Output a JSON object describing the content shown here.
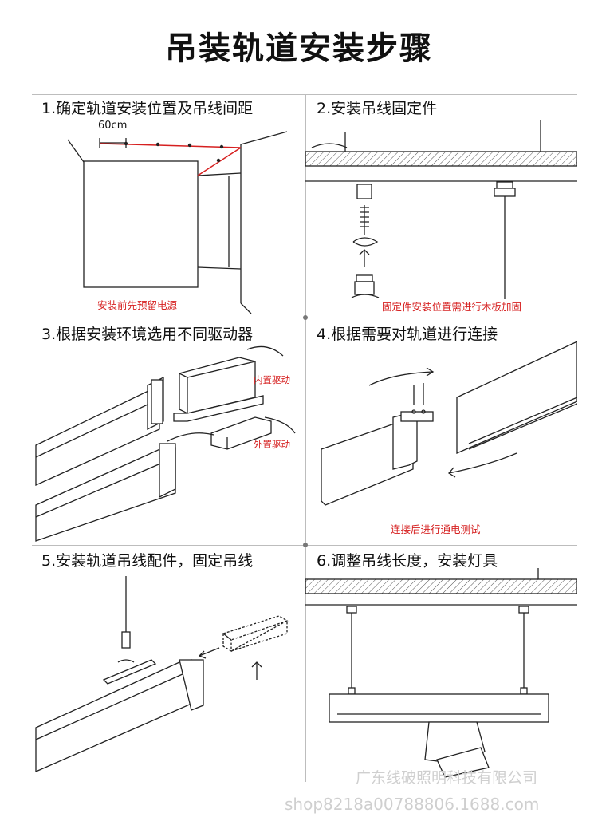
{
  "title": "吊装轨道安装步骤",
  "steps": [
    {
      "label": "1.确定轨道安装位置及吊线间距",
      "dim": "60cm",
      "note": "安装前先预留电源"
    },
    {
      "label": "2.安装吊线固定件",
      "note": "固定件安装位置需进行木板加固"
    },
    {
      "label": "3.根据安装环境选用不同驱动器",
      "note_internal": "内置驱动",
      "note_external": "外置驱动"
    },
    {
      "label": "4.根据需要对轨道进行连接",
      "note": "连接后进行通电测试"
    },
    {
      "label": "5.安装轨道吊线配件，固定吊线"
    },
    {
      "label": "6.调整吊线长度，安装灯具"
    }
  ],
  "watermark": {
    "company": "广东线破照明科技有限公司",
    "shop": "shop8218a00788806.1688.com"
  },
  "colors": {
    "accent": "#d62020",
    "line": "#222222",
    "grid": "#bdbdbd"
  }
}
